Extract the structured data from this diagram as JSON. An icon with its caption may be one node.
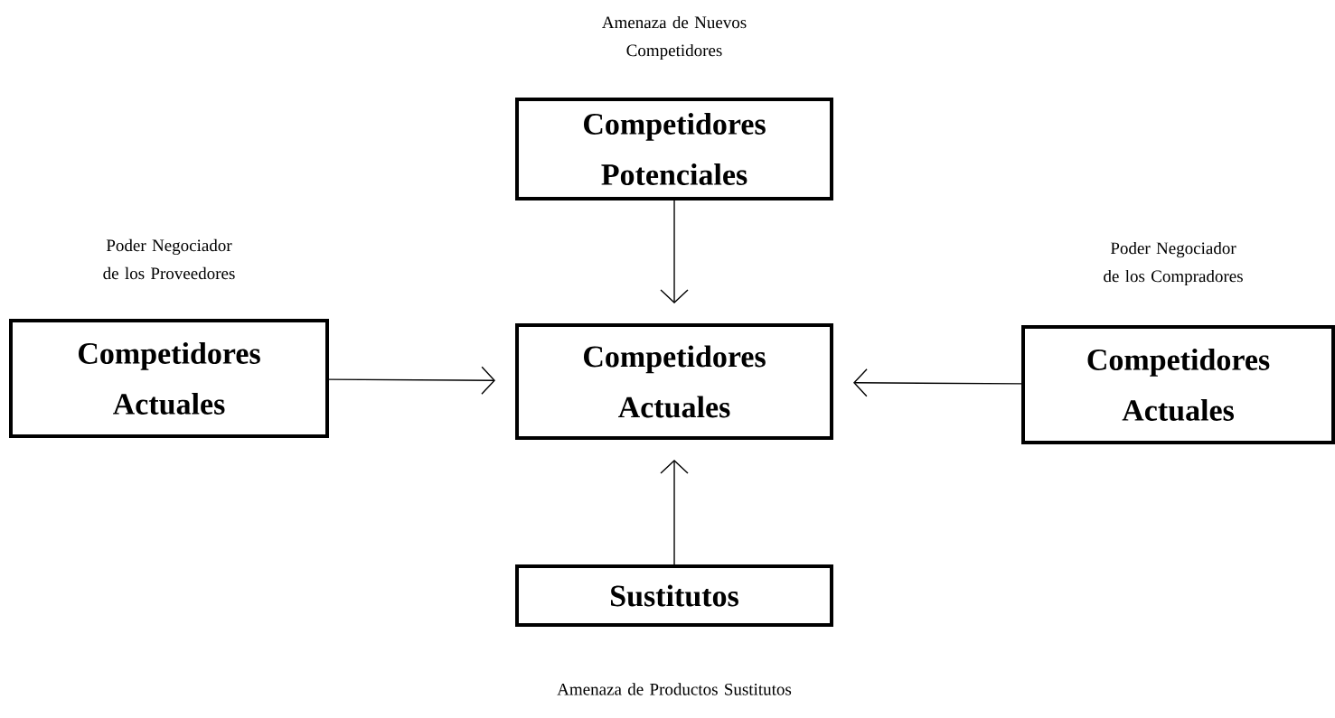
{
  "diagram": {
    "nodes": [
      {
        "text": [
          "Competidores Potenciales"
        ],
        "beside": [
          "Amenaza de Nuevos Competidores"
        ]
      },
      {
        "text": [
          "Competidores Actuales"
        ],
        "beside": [
          "Poder Negociador de los Proveedores"
        ]
      },
      {
        "text": [
          "Competidores Actuales"
        ]
      },
      {
        "text": [
          "Competidores Actuales"
        ],
        "beside": [
          "Poder Negociador de los Compradores"
        ]
      },
      {
        "text": [
          "Sustitutos"
        ],
        "beside": [
          "Amenaza de Productos Sustitutos"
        ]
      }
    ],
    "edges": [
      {
        "from": 0,
        "to": 2,
        "arrow": "to"
      },
      {
        "from": 1,
        "to": 2,
        "arrow": "to"
      },
      {
        "from": 3,
        "to": 2,
        "arrow": "to"
      },
      {
        "from": 4,
        "to": 2,
        "arrow": "to"
      }
    ]
  }
}
